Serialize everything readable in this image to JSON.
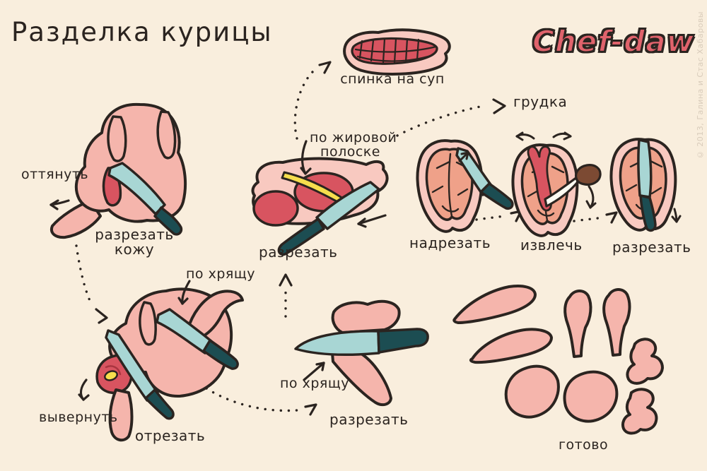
{
  "header": {
    "title": "Разделка курицы",
    "logo": "Chef-daw",
    "copyright": "© 2013, Галина и Стас Хабаровы"
  },
  "steps": {
    "whole_chicken": {
      "pull": "оттянуть",
      "cut_line1": "разрезать",
      "cut_line2": "кожу"
    },
    "back_piece": {
      "caption": "спинка на суп"
    },
    "fat_strip": {
      "hint_line1": "по жировой",
      "hint_line2": "полоске",
      "action": "разрезать"
    },
    "breast": {
      "caption": "грудка",
      "incise": "надрезать",
      "extract": "извлечь",
      "cut": "разрезать"
    },
    "leg_removal": {
      "hint": "по хрящу",
      "evert": "вывернуть",
      "cut_off": "отрезать"
    },
    "leg_joint": {
      "hint": "по хрящу",
      "action": "разрезать"
    },
    "result": {
      "caption": "готово"
    }
  },
  "colors": {
    "bg": "#f9eedd",
    "ink": "#2b2420",
    "skin": "#f5b5ac",
    "skin_light": "#f8c9c0",
    "salmon": "#efa189",
    "meat": "#d85460",
    "meat_dark": "#a93540",
    "fat": "#f6de4d",
    "blade": "#a8d6d4",
    "handle": "#1c4d52",
    "bone": "#fdfbf2",
    "wood": "#7c4a33",
    "logo": "#e0636c",
    "copyright": "#d9ccbb"
  }
}
